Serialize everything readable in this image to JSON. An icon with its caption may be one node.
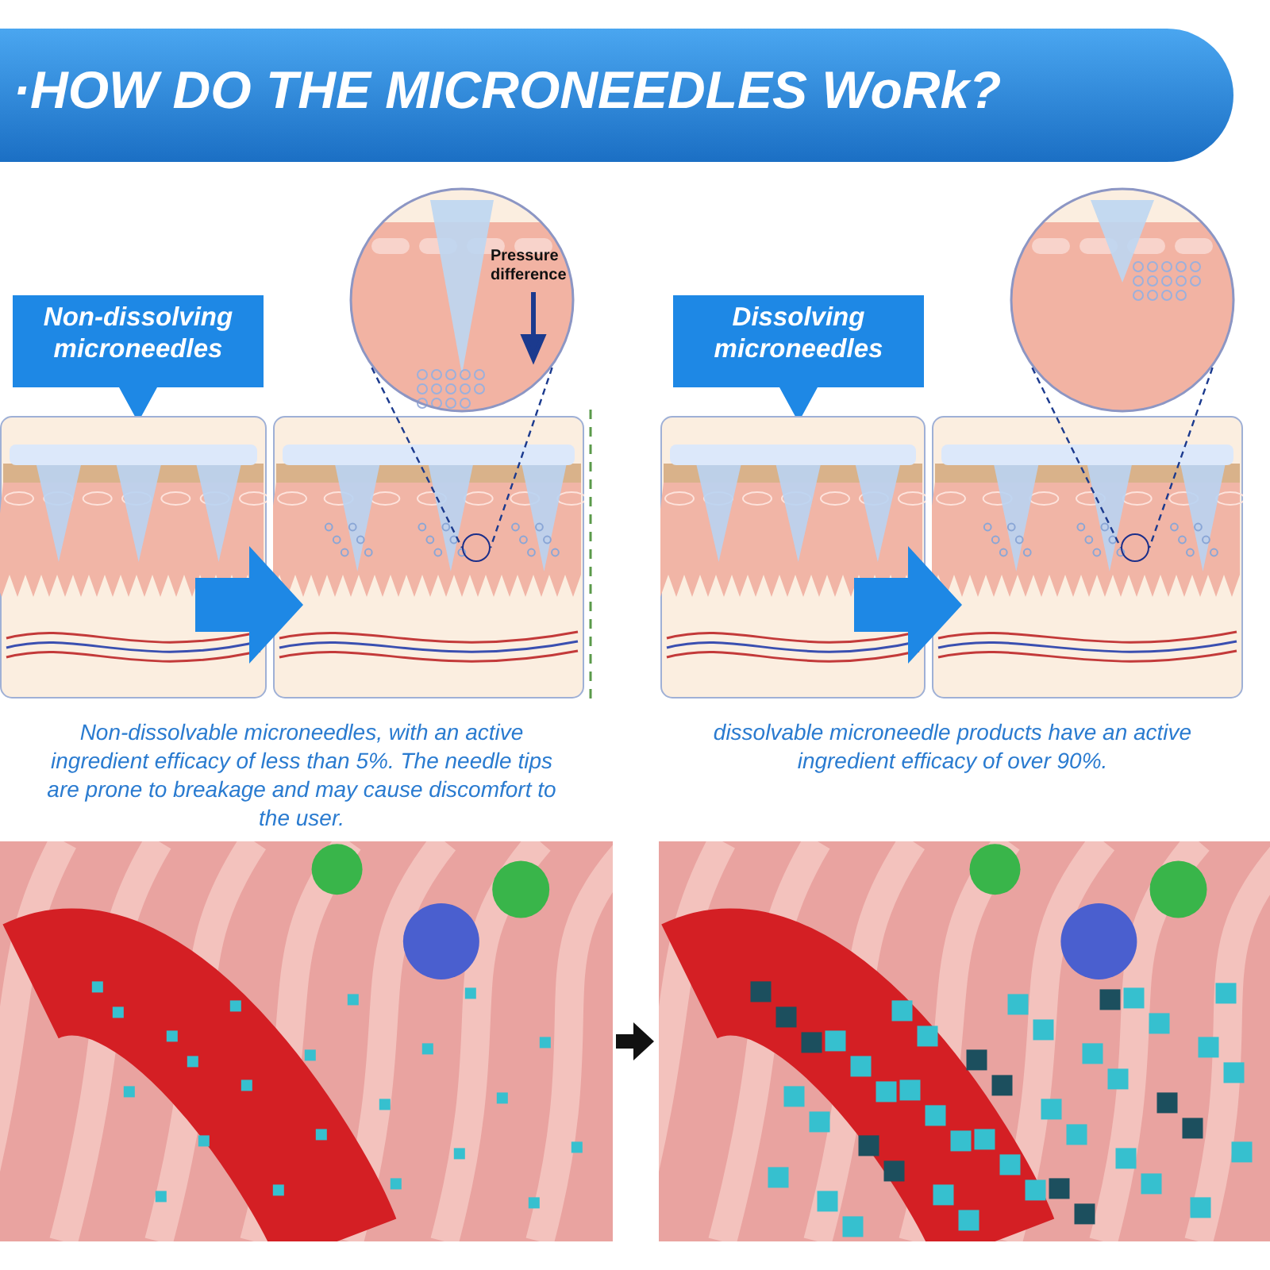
{
  "diagram": {
    "title": "·HOW DO THE MICRONEEDLES WoRk?",
    "nodes": [
      {
        "text": [
          "Non-dissolving microneedles"
        ]
      },
      {
        "text": [],
        "shape": "picture"
      },
      {
        "text": [],
        "shape": "picture"
      },
      {
        "text": [
          "Pressure difference"
        ]
      },
      {
        "text": [
          "Dissolving microneedles"
        ]
      },
      {
        "text": [],
        "shape": "picture"
      },
      {
        "text": [],
        "shape": "picture"
      },
      {
        "text": [],
        "shape": "picture"
      },
      {
        "text": [],
        "shape": "picture"
      },
      {
        "text": [],
        "shape": "picture"
      },
      {
        "text": [],
        "shape": "circle",
        "in": 2
      },
      {
        "text": [],
        "shape": "circle",
        "in": 6
      }
    ],
    "edges": [
      {
        "from": 1,
        "to": 2,
        "arrow": "to",
        "style": "thick",
        "color": "#1e88e5"
      },
      {
        "from": 3,
        "to": 10,
        "arrow": "none",
        "style": "dashed"
      },
      {
        "from": 3,
        "to": 10,
        "arrow": "none",
        "style": "dashed"
      },
      {
        "from": 5,
        "to": 6,
        "arrow": "to",
        "style": "thick",
        "color": "#1e88e5"
      },
      {
        "from": 7,
        "to": 11,
        "arrow": "none",
        "style": "dashed"
      },
      {
        "from": 7,
        "to": 11,
        "arrow": "none",
        "style": "dashed"
      },
      {
        "from": 8,
        "to": 9,
        "arrow": "to",
        "style": "thick",
        "color": "#111111"
      }
    ],
    "labels": [
      "Non-dissolvable microneedles, with an active ingredient efficacy of less than 5%. The needle tips are prone to breakage and may cause discomfort to the user.",
      "dissolvable microneedle products have an active ingredient efficacy of over 90%."
    ]
  }
}
